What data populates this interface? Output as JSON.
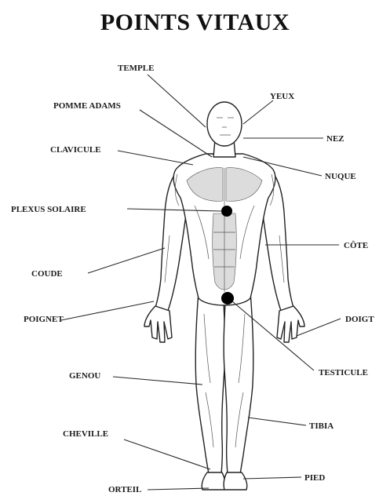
{
  "title": "POINTS VITAUX",
  "labels": {
    "temple": "TEMPLE",
    "yeux": "YEUX",
    "pomme_adams": "POMME ADAMS",
    "nez": "NEZ",
    "clavicule": "CLAVICULE",
    "nuque": "NUQUE",
    "plexus_solaire": "PLEXUS SOLAIRE",
    "cote": "CÔTE",
    "coude": "COUDE",
    "poignet": "POIGNET",
    "doigt": "DOIGT",
    "genou": "GENOU",
    "testicule": "TESTICULE",
    "tibia": "TIBIA",
    "cheville": "CHEVILLE",
    "pied": "PIED",
    "orteil": "ORTEIL"
  },
  "colors": {
    "ink": "#1a1a1a",
    "vital_point": "#000000",
    "muscle_shade": "#dcdcdc"
  }
}
